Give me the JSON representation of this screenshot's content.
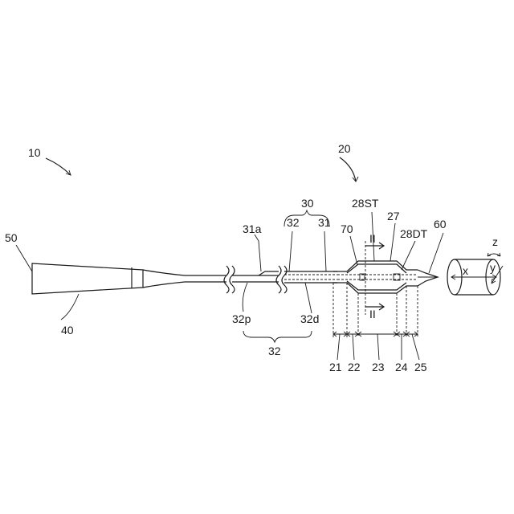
{
  "figure": {
    "labels": {
      "l10": "10",
      "l20": "20",
      "l30": "30",
      "l31": "31",
      "l31a": "31a",
      "l32_top": "32",
      "l32_bottom": "32",
      "l32p": "32p",
      "l32d": "32d",
      "l50": "50",
      "l40": "40",
      "l70": "70",
      "l28ST": "28ST",
      "l27": "27",
      "l28DT": "28DT",
      "l60": "60",
      "lII_top": "II",
      "lII_bottom": "II",
      "l21": "21",
      "l22": "22",
      "l23": "23",
      "l24": "24",
      "l25": "25",
      "lx": "x",
      "ly": "y",
      "lz": "z"
    }
  }
}
